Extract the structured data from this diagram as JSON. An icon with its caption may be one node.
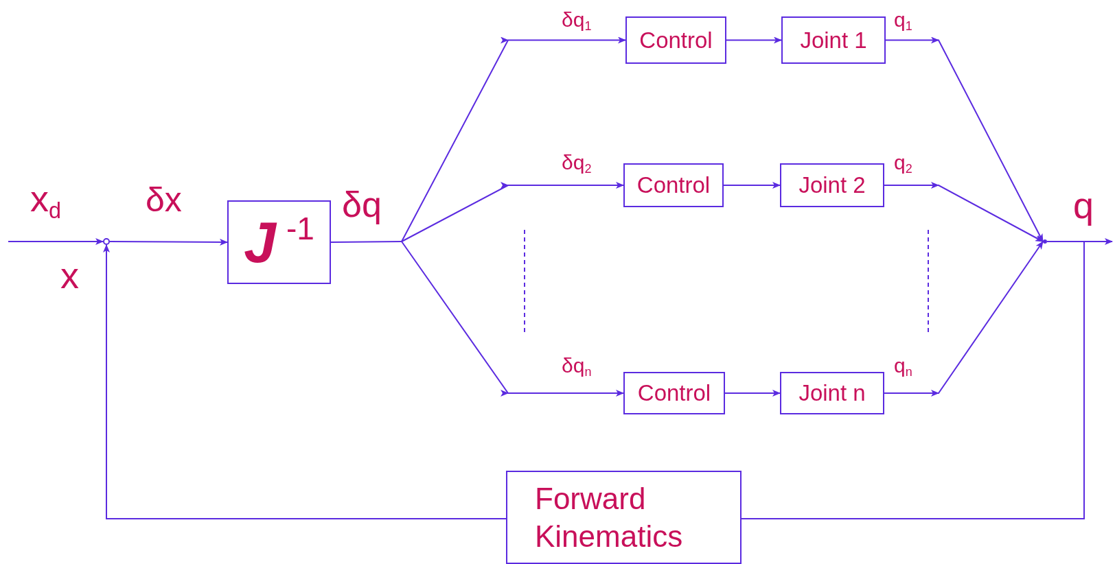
{
  "diagram": {
    "nodes": [
      {
        "text": [],
        "shape": "circle"
      },
      {
        "text": [
          "*J* $^{-1}$"
        ]
      },
      {
        "text": [
          "Control"
        ]
      },
      {
        "text": [
          "Joint 1"
        ]
      },
      {
        "text": [
          "Control"
        ]
      },
      {
        "text": [
          "Joint 2"
        ]
      },
      {
        "text": [
          "Control"
        ]
      },
      {
        "text": [
          "Joint n"
        ]
      },
      {
        "text": [],
        "shape": "circle"
      },
      {
        "text": [
          "Forward Kinematics"
        ]
      }
    ],
    "edges": [
      {
        "from": null,
        "to": 0,
        "arrow": "to",
        "label": "x$_{d}$"
      },
      {
        "from": 0,
        "to": 1,
        "arrow": "to",
        "label": "δx"
      },
      {
        "from": 1,
        "to": 2,
        "arrow": "to",
        "label": "δq$_{1}$"
      },
      {
        "from": 1,
        "to": 4,
        "arrow": "to",
        "label": "δq$_{2}$"
      },
      {
        "from": 1,
        "to": 6,
        "arrow": "to",
        "label": "δq$_{n}$"
      },
      {
        "from": 2,
        "to": 3,
        "arrow": "to"
      },
      {
        "from": 4,
        "to": 5,
        "arrow": "to"
      },
      {
        "from": 6,
        "to": 7,
        "arrow": "to"
      },
      {
        "from": 3,
        "to": 8,
        "arrow": "to",
        "label": "q$_{1}$"
      },
      {
        "from": 5,
        "to": 8,
        "arrow": "to",
        "label": "q$_{2}$"
      },
      {
        "from": 7,
        "to": 8,
        "arrow": "to",
        "label": "q$_{n}$"
      },
      {
        "from": 8,
        "to": null,
        "arrow": "to",
        "label": "q"
      },
      {
        "from": 8,
        "to": 9,
        "arrow": "none"
      },
      {
        "from": 9,
        "to": 0,
        "arrow": "to"
      }
    ],
    "labels": [
      "δq",
      "x"
    ]
  }
}
